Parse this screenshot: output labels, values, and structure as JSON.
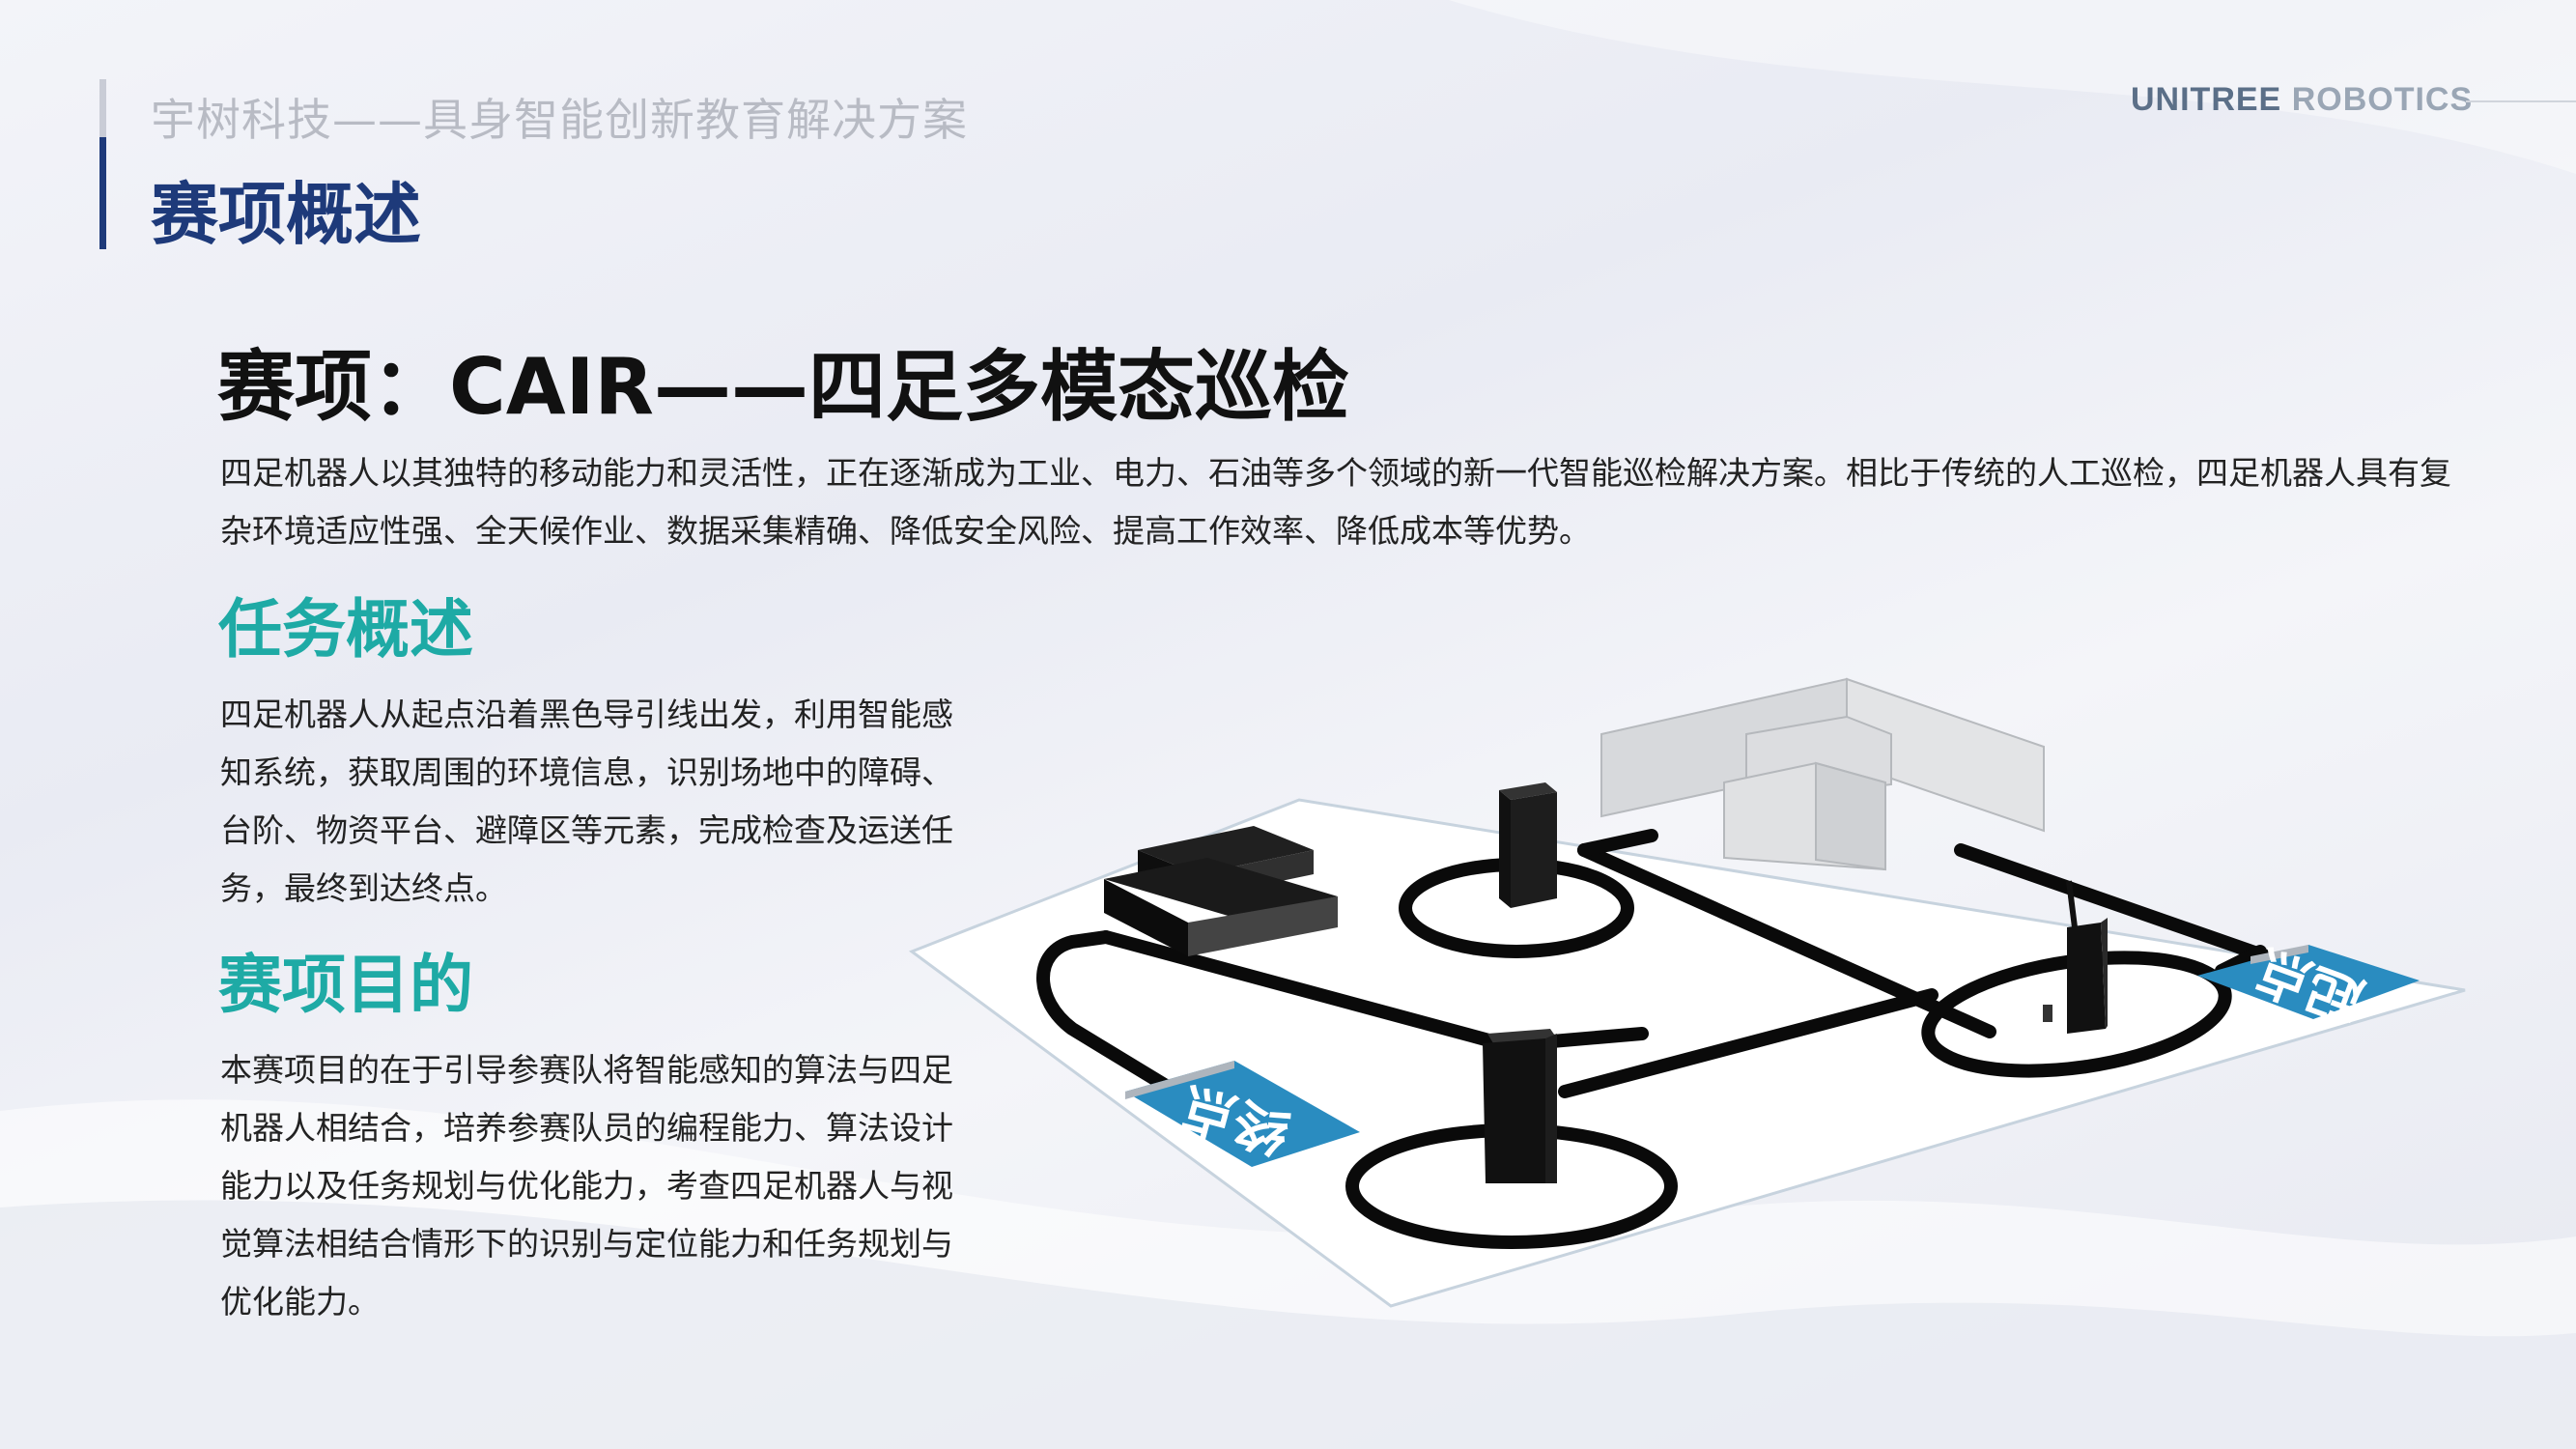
{
  "header": {
    "subtitle": "宇树科技——具身智能创新教育解决方案",
    "title": "赛项概述",
    "brand_part1": "UNITREE",
    "brand_part2": "ROBOTICS"
  },
  "main": {
    "title": "赛项：CAIR——四足多模态巡检",
    "intro": "四足机器人以其独特的移动能力和灵活性，正在逐渐成为工业、电力、石油等多个领域的新一代智能巡检解决方案。相比于传统的人工巡检，四足机器人具有复杂环境适应性强、全天候作业、数据采集精确、降低安全风险、提高工作效率、降低成本等优势。"
  },
  "sections": [
    {
      "title": "任务概述",
      "lines": [
        "四足机器人从起点沿着黑色导引线出发，利用智能感",
        "知系统，获取周围的环境信息，识别场地中的障碍、",
        "台阶、物资平台、避障区等元素，完成检查及运送任",
        "务，最终到达终点。"
      ]
    },
    {
      "title": "赛项目的",
      "lines": [
        "本赛项目的在于引导参赛队将智能感知的算法与四足",
        "机器人相结合，培养参赛队员的编程能力、算法设计",
        "能力以及任务规划与优化能力，考查四足机器人与视",
        "觉算法相结合情形下的识别与定位能力和任务规划与",
        "优化能力。"
      ]
    }
  ],
  "illustration": {
    "start_sign": "起点",
    "end_sign": "终点"
  }
}
